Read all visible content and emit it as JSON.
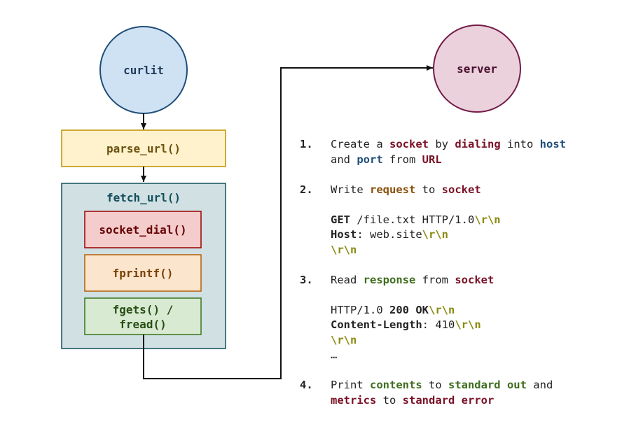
{
  "nodes": {
    "curlit": "curlit",
    "server": "server",
    "parse_url": "parse_url()",
    "fetch_url": "fetch_url()",
    "socket_dial": "socket_dial()",
    "fprintf": "fprintf()",
    "fgets_line1": "fgets() /",
    "fgets_line2": "fread()"
  },
  "steps": {
    "s1": {
      "num": "1.",
      "t1": "Create a ",
      "socket": "socket",
      "t2": " by ",
      "dialing": "dialing",
      "t3": " into ",
      "host": "host",
      "and": "and ",
      "port": "port",
      "t4": " from ",
      "url": "URL"
    },
    "s2": {
      "num": "2.",
      "t1": "Write ",
      "request": "request",
      "t2": " to ",
      "socket": "socket",
      "req_get": "GET",
      "req_path": " /file.txt HTTP/1.0",
      "req_host": "Host",
      "req_host_val": ": web.site",
      "crlf": "\\r\\n"
    },
    "s3": {
      "num": "3.",
      "t1": "Read ",
      "response": "response",
      "t2": " from ",
      "socket": "socket",
      "status_pre": "HTTP/1.0 ",
      "status_code": "200 OK",
      "cl_key": "Content-Length",
      "cl_val": ": 410",
      "crlf": "\\r\\n",
      "ellipsis": "…"
    },
    "s4": {
      "num": "4.",
      "t1": "Print ",
      "contents": "contents",
      "t2": " to ",
      "stdout": "standard out",
      "t3": " and",
      "metrics": "metrics",
      "t4": " to ",
      "stderr": "standard error"
    }
  }
}
